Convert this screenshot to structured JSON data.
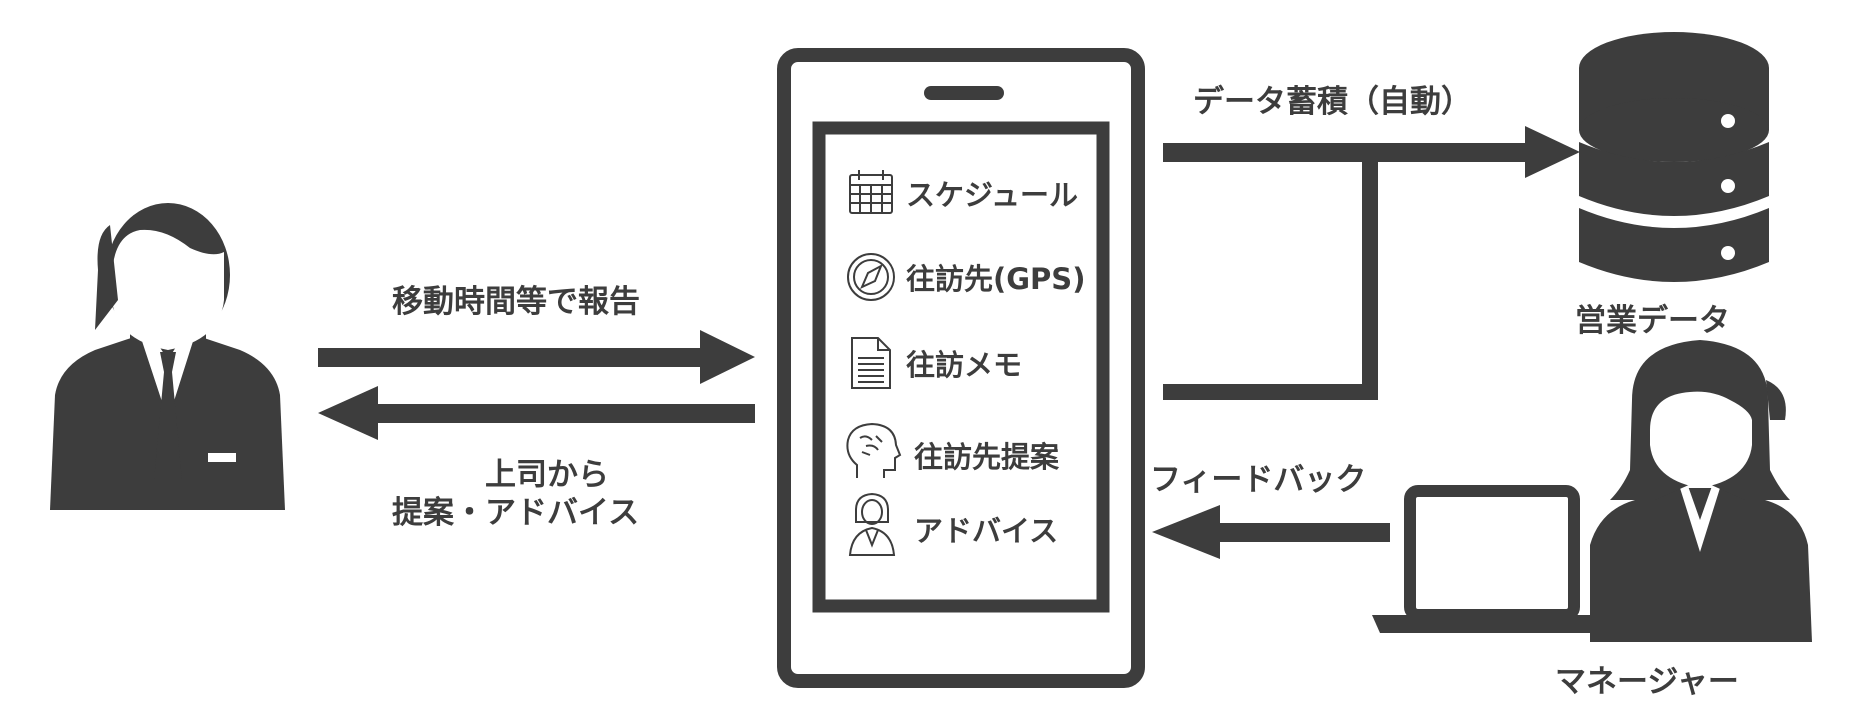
{
  "colors": {
    "ink": "#3d3d3d",
    "background": "#ffffff"
  },
  "labels": {
    "report_arrow": "移動時間等で報告",
    "advice_line1": "上司から",
    "advice_line2": "提案・アドバイス",
    "data_accumulation": "データ蓄積（自動）",
    "sales_data": "営業データ",
    "feedback": "フィードバック",
    "manager": "マネージャー"
  },
  "phone_menu": [
    {
      "icon": "calendar-icon",
      "label": "スケジュール"
    },
    {
      "icon": "compass-icon",
      "label": "往訪先(GPS)"
    },
    {
      "icon": "document-icon",
      "label": "往訪メモ"
    },
    {
      "icon": "brain-icon",
      "label": "往訪先提案"
    },
    {
      "icon": "woman-advisor-icon",
      "label": "アドバイス"
    }
  ]
}
